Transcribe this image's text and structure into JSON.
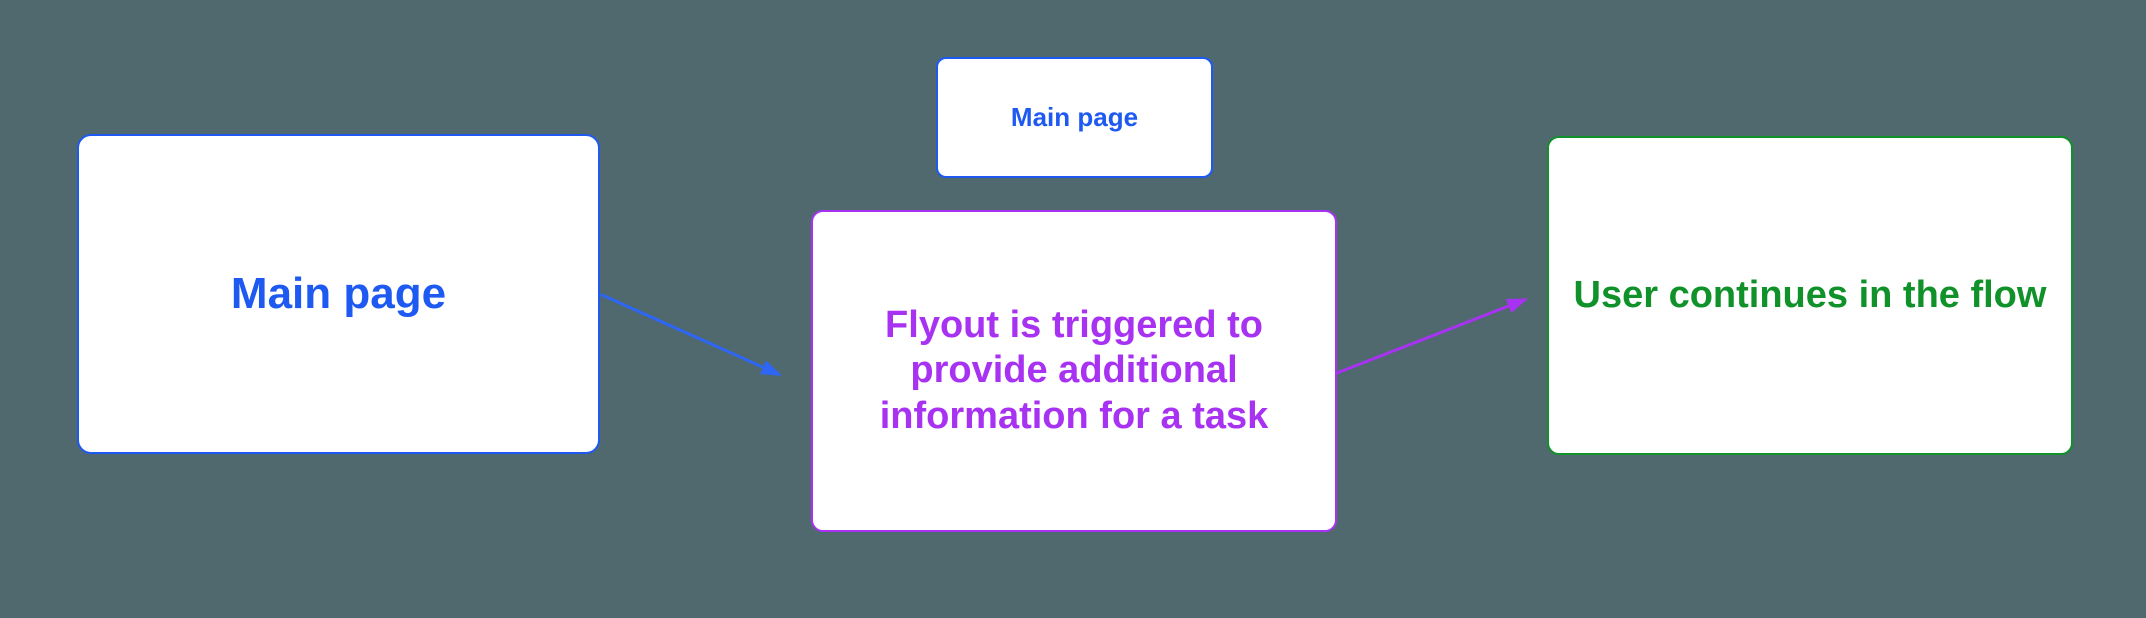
{
  "diagram": {
    "type": "flowchart",
    "colors": {
      "background": "#4f696e",
      "node_fill": "#ffffff",
      "blue": "#1e5af2",
      "purple": "#a832f2",
      "green": "#109129",
      "arrow_blue": "#2e66f5",
      "arrow_purple": "#a832f2"
    },
    "nodes": [
      {
        "id": "main-page",
        "label": "Main page",
        "color": "#1e5af2"
      },
      {
        "id": "main-page-mini",
        "label": "Main page",
        "color": "#1e5af2"
      },
      {
        "id": "flyout",
        "label": "Flyout is triggered to provide additional information for a task",
        "color": "#a832f2"
      },
      {
        "id": "continue",
        "label": "User continues in the flow",
        "color": "#109129"
      }
    ],
    "connectors": [
      {
        "id": "main-to-flyout",
        "from": "main-page",
        "to": "flyout",
        "color": "#2e66f5"
      },
      {
        "id": "flyout-to-continue",
        "from": "flyout",
        "to": "continue",
        "color": "#a832f2"
      }
    ]
  }
}
